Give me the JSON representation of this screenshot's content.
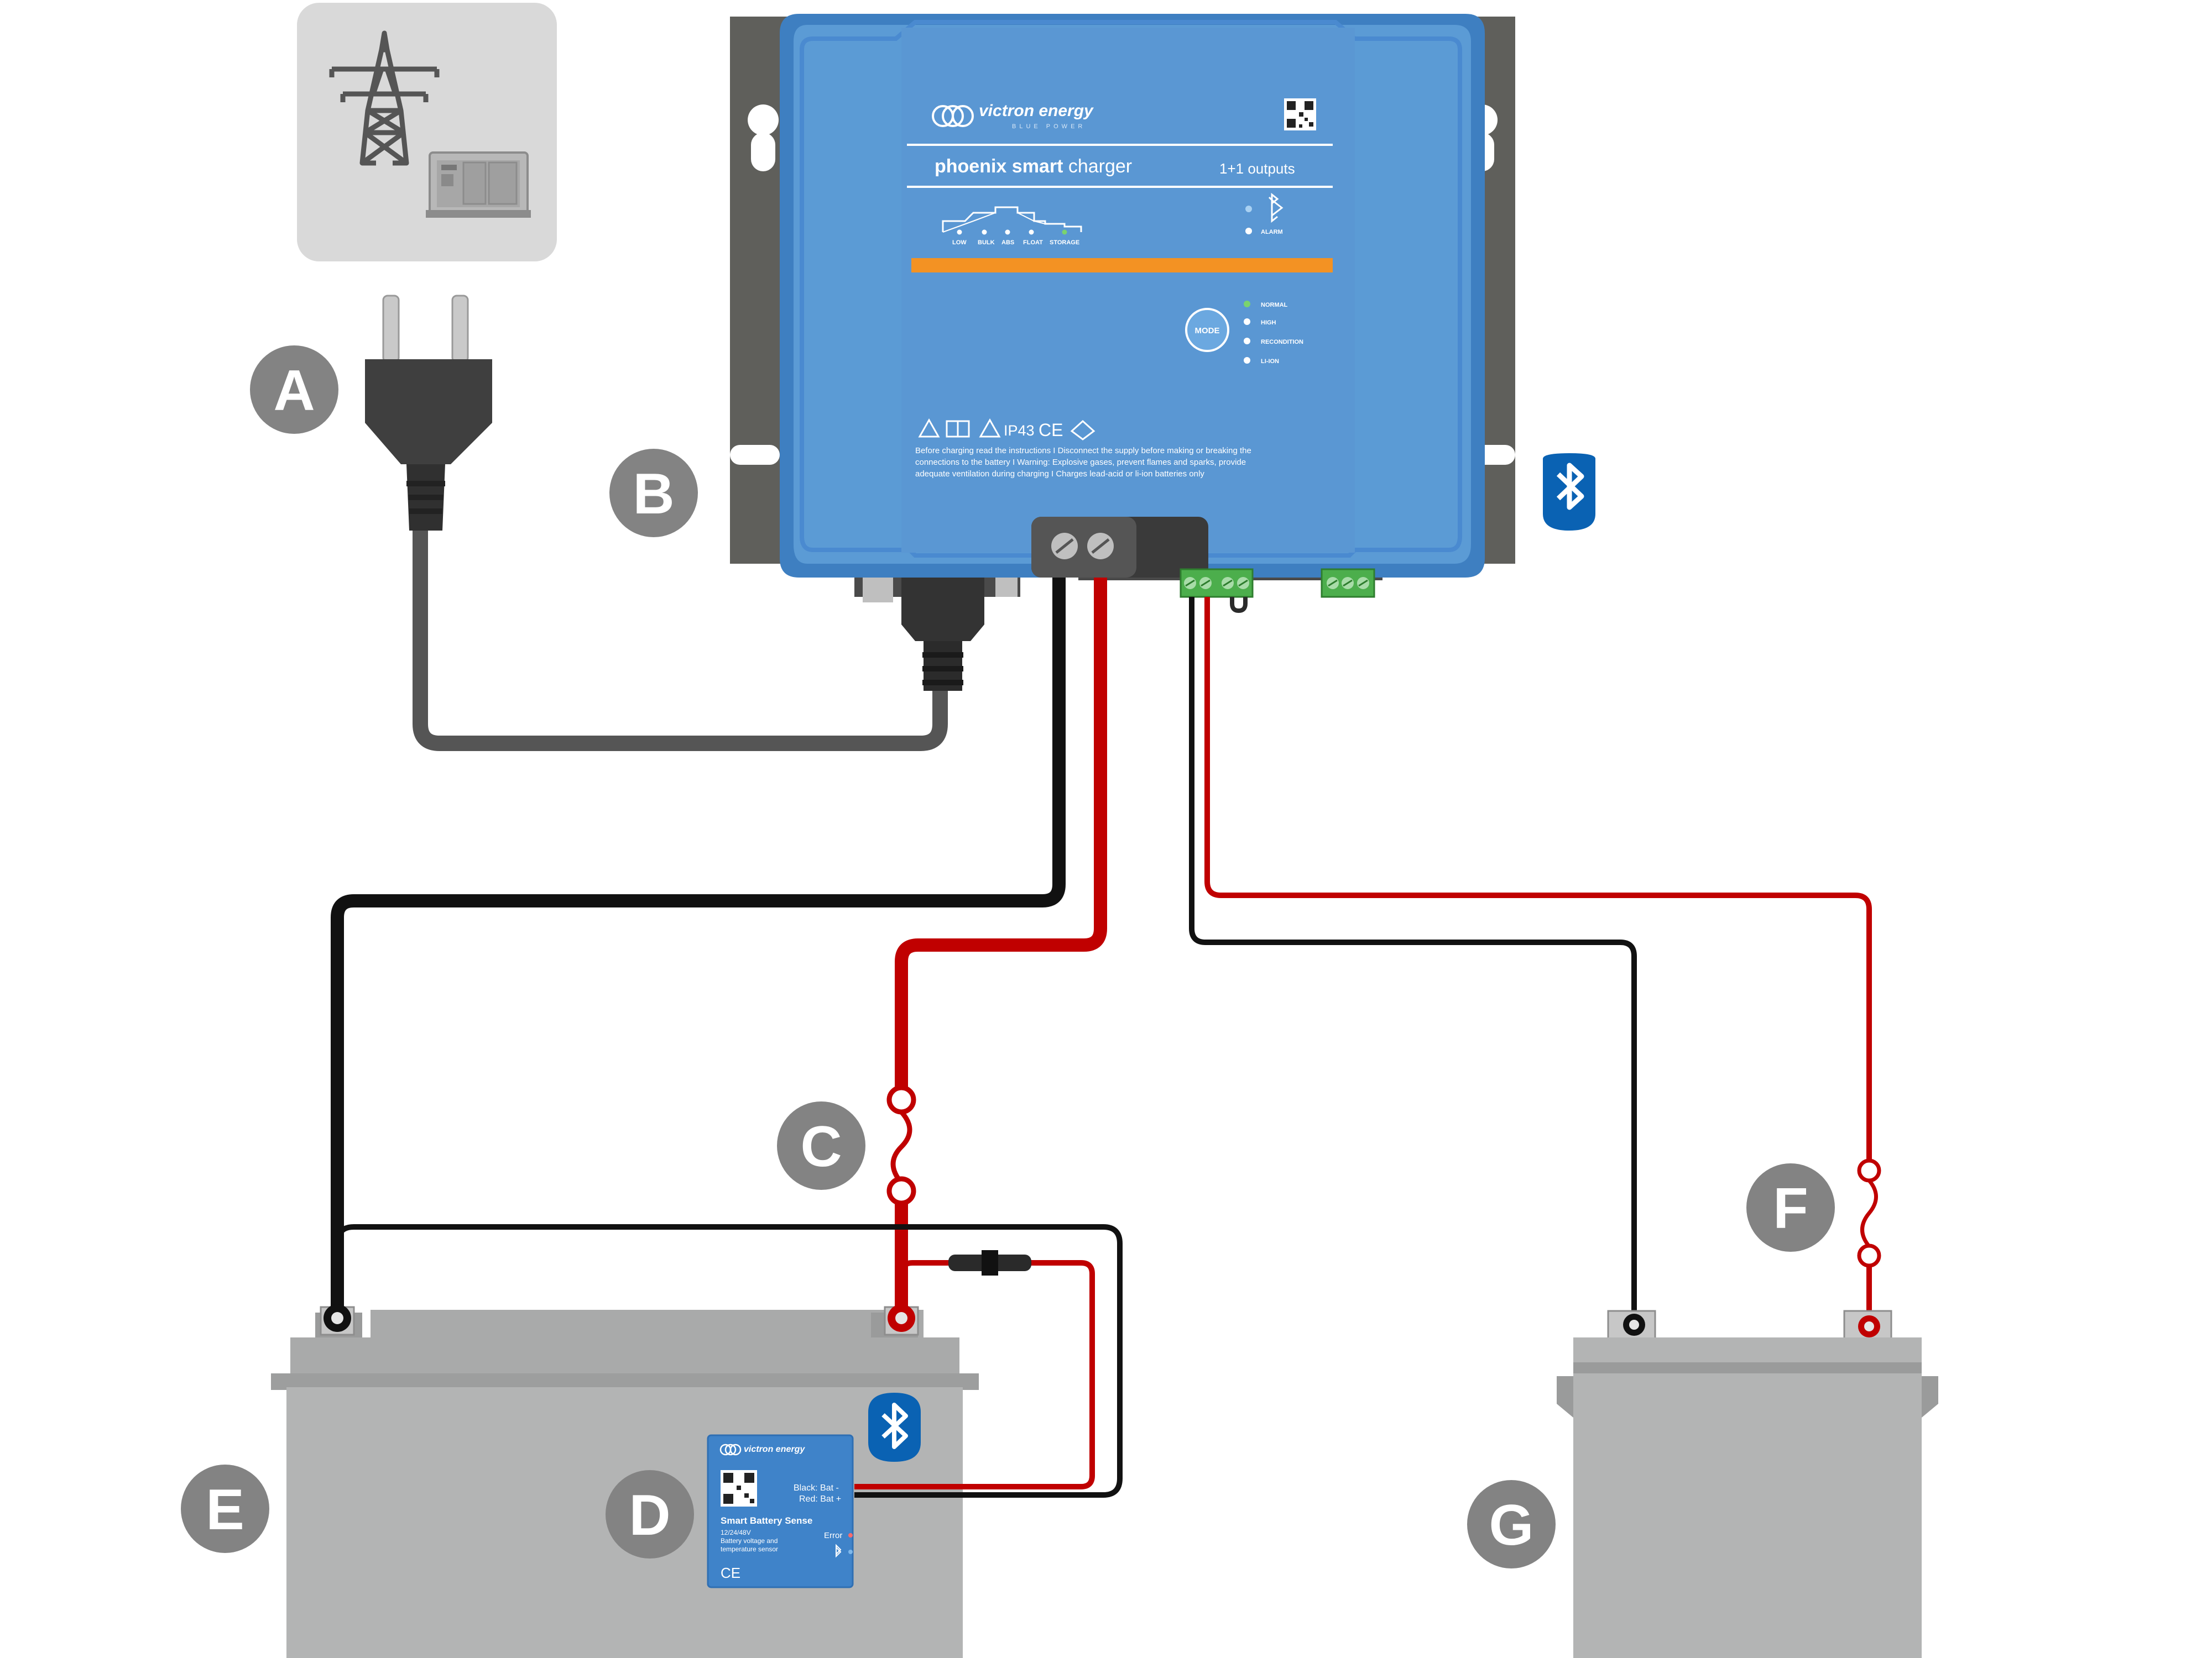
{
  "callouts": {
    "a": "A",
    "b": "B",
    "c": "C",
    "d": "D",
    "e": "E",
    "f": "F",
    "g": "G"
  },
  "charger": {
    "brand": "victron energy",
    "brand_tagline": "BLUE POWER",
    "product_bold": "phoenix smart",
    "product_light": " charger",
    "outputs": "1+1 outputs",
    "stages": [
      "LOW",
      "BULK",
      "ABS",
      "FLOAT",
      "STORAGE"
    ],
    "alarm": "ALARM",
    "mode_button": "MODE",
    "modes": [
      "NORMAL",
      "HIGH",
      "RECONDITION",
      "LI-ION"
    ],
    "rating": "IP43",
    "ce": "CE",
    "warning_line1": "Before charging read the instructions  I  Disconnect the supply before making or breaking the",
    "warning_line2": "connections to the battery  I  Warning: Explosive gases, prevent flames and sparks, provide",
    "warning_line3": "adequate ventilation during charging  I  Charges lead-acid or li-ion batteries only"
  },
  "sensor": {
    "brand": "victron energy",
    "black_label": "Black:  Bat -",
    "red_label": "Red:  Bat +",
    "title": "Smart Battery Sense",
    "voltage": "12/24/48V",
    "desc1": "Battery voltage and",
    "desc2": "temperature sensor",
    "error": "Error",
    "ce": "CE"
  },
  "colors": {
    "charger_blue": "#5b9bd5",
    "charger_edge": "#3e7fc1",
    "mount_plate": "#5f5f5b",
    "battery_gray": "#b3b4b4",
    "cable_black": "#111111",
    "cable_red": "#c00000",
    "callout_gray": "#838383",
    "bluetooth_blue": "#0a62b3",
    "accent_orange": "#f39223",
    "terminal_green": "#4cae4c"
  },
  "icons": [
    "power-pylon-icon",
    "generator-icon",
    "plug-icon",
    "bluetooth-icon",
    "qr-code-icon",
    "fuse-icon",
    "warning-icon"
  ]
}
